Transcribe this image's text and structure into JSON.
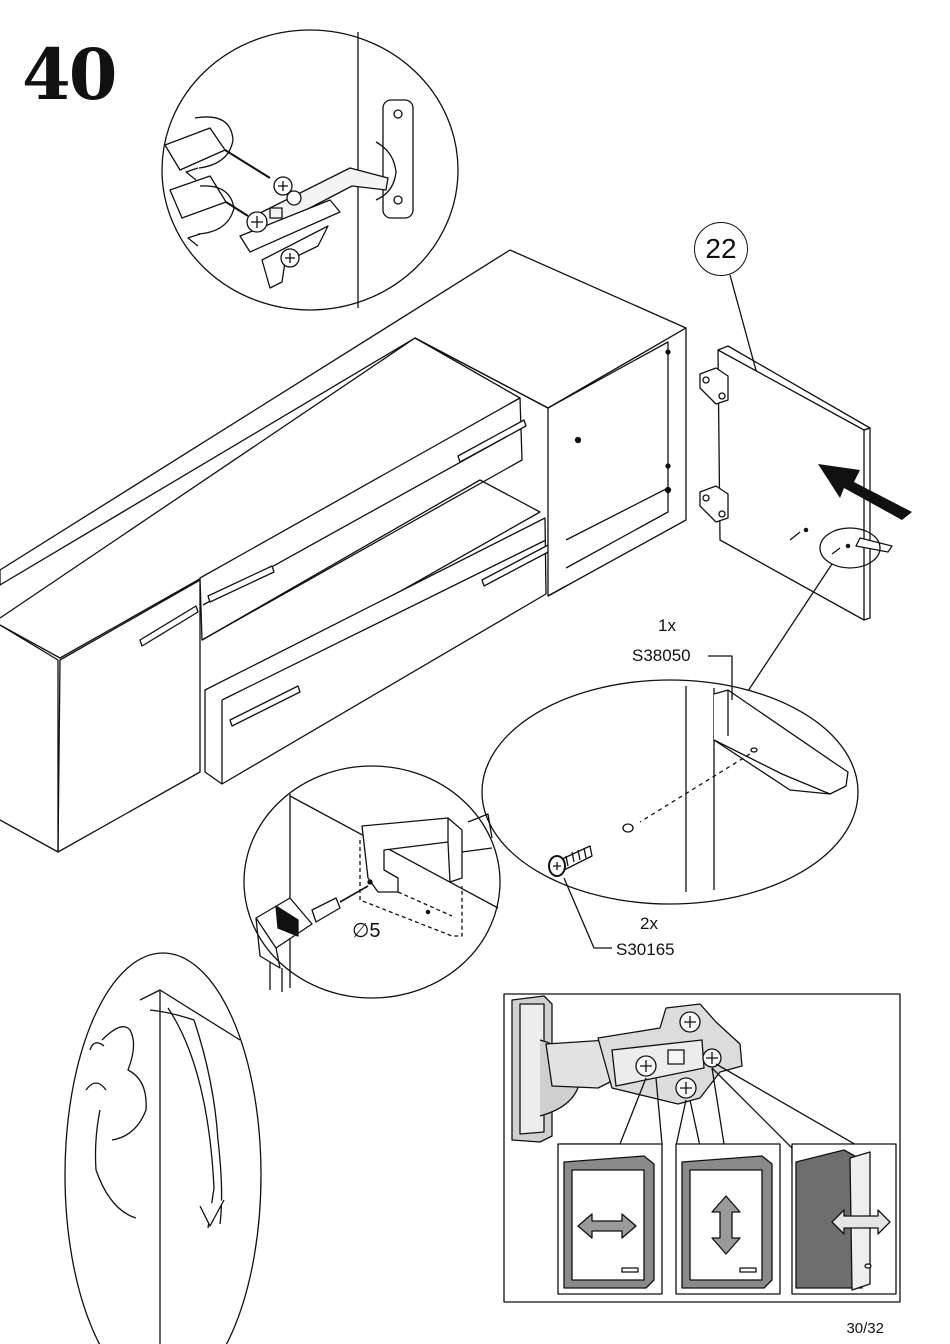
{
  "step": {
    "number": "40"
  },
  "part": {
    "number": "22"
  },
  "screw_a": {
    "quantity": "1x",
    "code": "S38050"
  },
  "screw_b": {
    "quantity": "2x",
    "code": "S30165"
  },
  "drill": {
    "symbol": "∅",
    "size": "5"
  },
  "page": {
    "number": "30/32"
  }
}
